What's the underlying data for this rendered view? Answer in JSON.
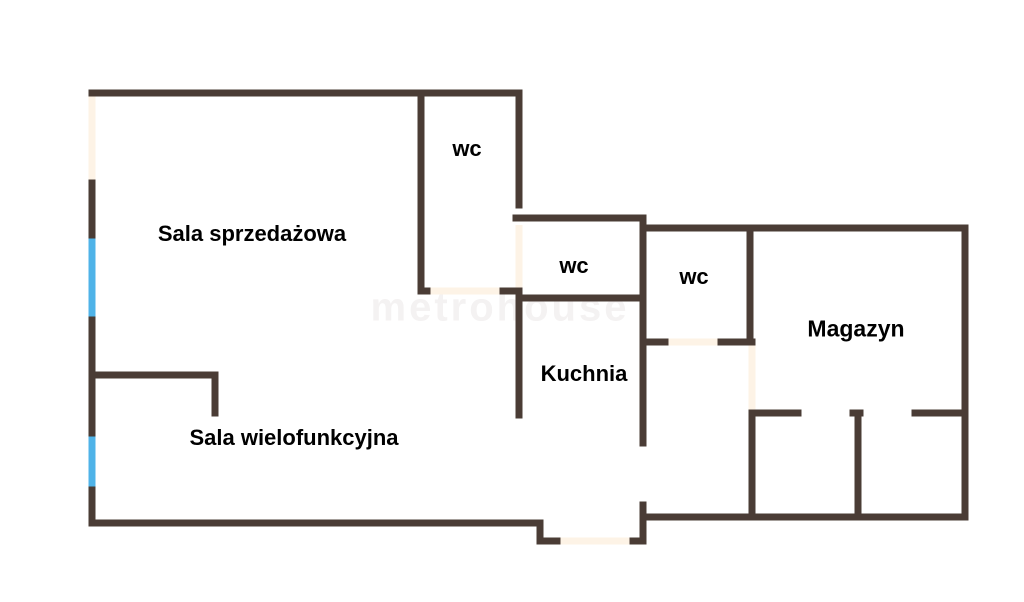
{
  "watermark": "metrohouse",
  "rooms": {
    "sala_sprzedazowa": "Sala sprzedażowa",
    "sala_wielofunkcyjna": "Sala wielofunkcyjna",
    "wc1": "wc",
    "wc2": "wc",
    "wc3": "wc",
    "kuchnia": "Kuchnia",
    "magazyn": "Magazyn"
  },
  "colors": {
    "wall": "#4a3c35",
    "door": "#fdf3e6",
    "window": "#4fb3e8"
  }
}
